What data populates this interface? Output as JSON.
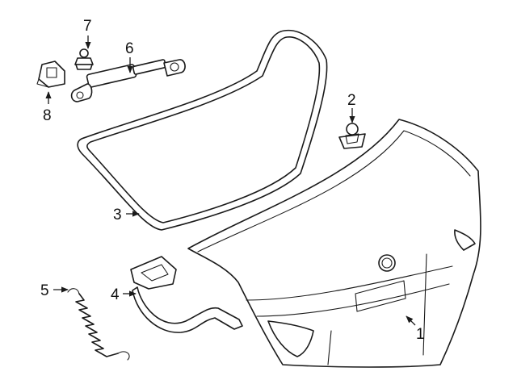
{
  "callouts": [
    {
      "id": "1",
      "label": "1"
    },
    {
      "id": "2",
      "label": "2"
    },
    {
      "id": "3",
      "label": "3"
    },
    {
      "id": "5",
      "label": "5"
    },
    {
      "id": "4",
      "label": "4"
    },
    {
      "id": "6",
      "label": "6"
    },
    {
      "id": "7",
      "label": "7"
    },
    {
      "id": "8",
      "label": "8"
    }
  ],
  "colors": {
    "line": "#1a1a1a",
    "background": "#ffffff"
  }
}
